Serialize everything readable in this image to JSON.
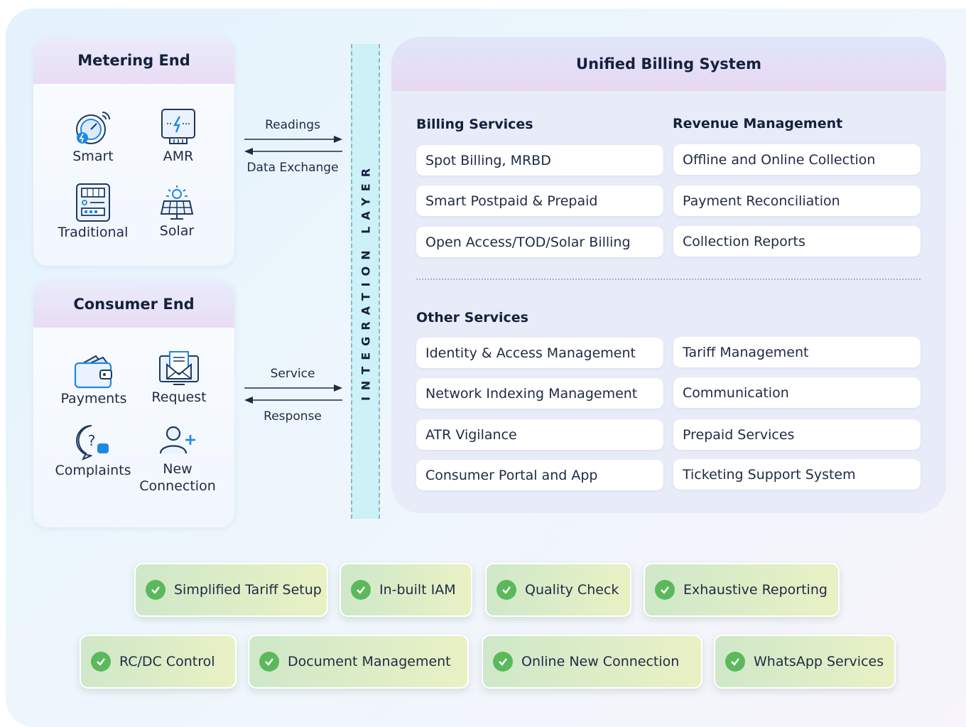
{
  "metering": {
    "title": "Metering End",
    "items": [
      {
        "label": "Smart",
        "icon": "smart-meter-icon"
      },
      {
        "label": "AMR",
        "icon": "amr-meter-icon"
      },
      {
        "label": "Traditional",
        "icon": "traditional-meter-icon"
      },
      {
        "label": "Solar",
        "icon": "solar-panel-icon"
      }
    ],
    "arrow_top": "Readings",
    "arrow_bottom": "Data Exchange"
  },
  "consumer": {
    "title": "Consumer End",
    "items": [
      {
        "label": "Payments",
        "icon": "wallet-icon"
      },
      {
        "label": "Request",
        "icon": "request-mail-icon"
      },
      {
        "label": "Complaints",
        "icon": "complaint-question-icon"
      },
      {
        "label": "New Connection",
        "icon": "add-user-icon"
      }
    ],
    "arrow_top": "Service",
    "arrow_bottom": "Response"
  },
  "integration_layer": "INTEGRATION LAYER",
  "ubs": {
    "title": "Unified Billing System",
    "billing_title": "Billing Services",
    "billing": [
      "Spot Billing, MRBD",
      "Smart Postpaid & Prepaid",
      "Open Access/TOD/Solar Billing"
    ],
    "revenue_title": "Revenue Management",
    "revenue": [
      "Offline and Online Collection",
      "Payment Reconciliation",
      "Collection Reports"
    ],
    "other_title": "Other Services",
    "other_left": [
      "Identity & Access Management",
      "Network Indexing Management",
      "ATR Vigilance",
      "Consumer Portal and App"
    ],
    "other_right": [
      "Tariff Management",
      "Communication",
      "Prepaid Services",
      "Ticketing Support System"
    ]
  },
  "features": {
    "row1": [
      "Simplified Tariff Setup",
      "In-built IAM",
      "Quality Check",
      "Exhaustive Reporting"
    ],
    "row2": [
      "RC/DC Control",
      "Document Management",
      "Online New Connection",
      "WhatsApp Services"
    ]
  },
  "colors": {
    "accent_blue": "#1e88e5",
    "integration": "#ccf1f6",
    "check_green": "#5cb85c"
  }
}
